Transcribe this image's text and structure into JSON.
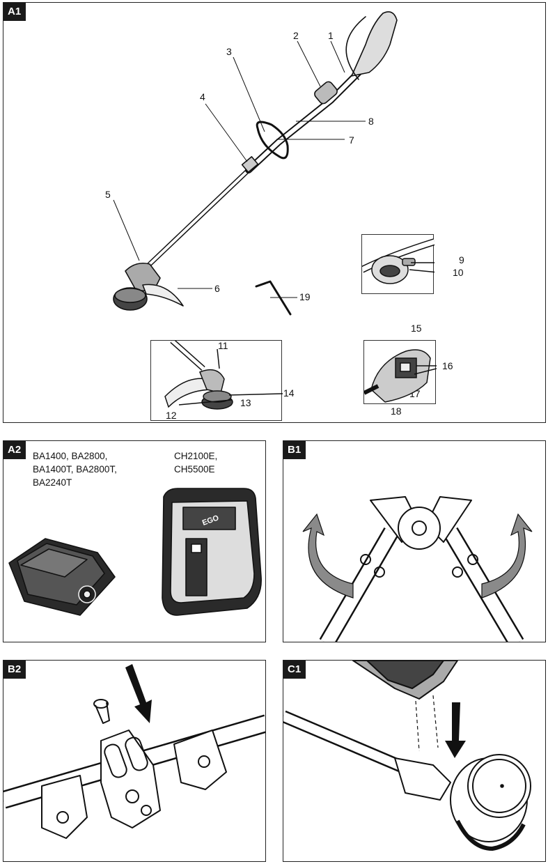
{
  "panels": {
    "a1": {
      "tag": "A1",
      "callouts": [
        "1",
        "2",
        "3",
        "4",
        "5",
        "6",
        "7",
        "8",
        "9",
        "10",
        "11",
        "12",
        "13",
        "14",
        "15",
        "16",
        "17",
        "18",
        "19"
      ]
    },
    "a2": {
      "tag": "A2",
      "battery_models": "BA1400, BA2800,\nBA1400T, BA2800T,\nBA2240T",
      "charger_models": "CH2100E,\nCH5500E",
      "brand_mark": "EGO"
    },
    "b1": {
      "tag": "B1"
    },
    "b2": {
      "tag": "B2"
    },
    "c1": {
      "tag": "C1"
    }
  },
  "colors": {
    "line": "#111111",
    "tag_bg": "#1a1a1a",
    "arrow_grey": "#8a8a8a"
  }
}
